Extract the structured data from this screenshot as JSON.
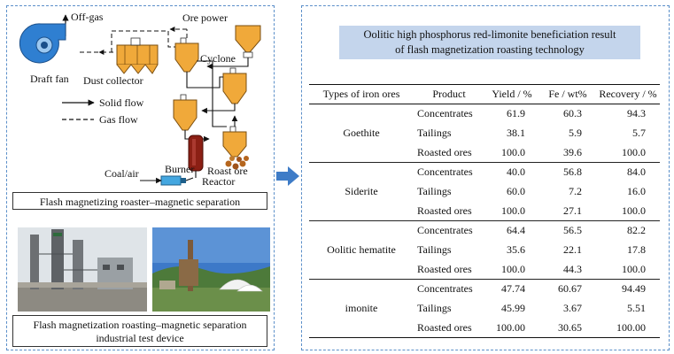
{
  "flowsheet": {
    "labels": {
      "off_gas": "Off-gas",
      "ore_power": "Ore power",
      "draft_fan": "Draft fan",
      "dust_collector": "Dust collector",
      "cyclone": "Cyclone",
      "solid_flow": "Solid flow",
      "gas_flow": "Gas flow",
      "coal_air": "Coal/air",
      "burner": "Burner",
      "roast_ore": "Roast ore",
      "reactor": "Reactor"
    },
    "caption": "Flash magnetizing roaster–magnetic separation",
    "colors": {
      "vessel": "#f0a93a",
      "fan": "#2f7fd1",
      "reactor": "#8b1f14",
      "burner": "#44a7e0",
      "arrow": "#3e7cc7"
    }
  },
  "industrial": {
    "caption_line1": "Flash magnetization roasting–magnetic separation",
    "caption_line2": "industrial test device"
  },
  "results": {
    "title_line1": "Oolitic high phosphorus red-limonite beneficiation result",
    "title_line2": "of flash magnetization roasting technology",
    "headers": [
      "Types of iron ores",
      "Product",
      "Yield / %",
      "Fe / wt%",
      "Recovery / %"
    ],
    "groups": [
      {
        "ore": "Goethite",
        "rows": [
          {
            "product": "Concentrates",
            "yield": "61.9",
            "fe": "60.3",
            "recovery": "94.3"
          },
          {
            "product": "Tailings",
            "yield": "38.1",
            "fe": "5.9",
            "recovery": "5.7"
          },
          {
            "product": "Roasted ores",
            "yield": "100.0",
            "fe": "39.6",
            "recovery": "100.0"
          }
        ]
      },
      {
        "ore": "Siderite",
        "rows": [
          {
            "product": "Concentrates",
            "yield": "40.0",
            "fe": "56.8",
            "recovery": "84.0"
          },
          {
            "product": "Tailings",
            "yield": "60.0",
            "fe": "7.2",
            "recovery": "16.0"
          },
          {
            "product": "Roasted ores",
            "yield": "100.0",
            "fe": "27.1",
            "recovery": "100.0"
          }
        ]
      },
      {
        "ore": "Oolitic hematite",
        "rows": [
          {
            "product": "Concentrates",
            "yield": "64.4",
            "fe": "56.5",
            "recovery": "82.2"
          },
          {
            "product": "Tailings",
            "yield": "35.6",
            "fe": "22.1",
            "recovery": "17.8"
          },
          {
            "product": "Roasted ores",
            "yield": "100.0",
            "fe": "44.3",
            "recovery": "100.0"
          }
        ]
      },
      {
        "ore": "imonite",
        "rows": [
          {
            "product": "Concentrates",
            "yield": "47.74",
            "fe": "60.67",
            "recovery": "94.49"
          },
          {
            "product": "Tailings",
            "yield": "45.99",
            "fe": "3.67",
            "recovery": "5.51"
          },
          {
            "product": "Roasted ores",
            "yield": "100.00",
            "fe": "30.65",
            "recovery": "100.00"
          }
        ]
      }
    ]
  }
}
